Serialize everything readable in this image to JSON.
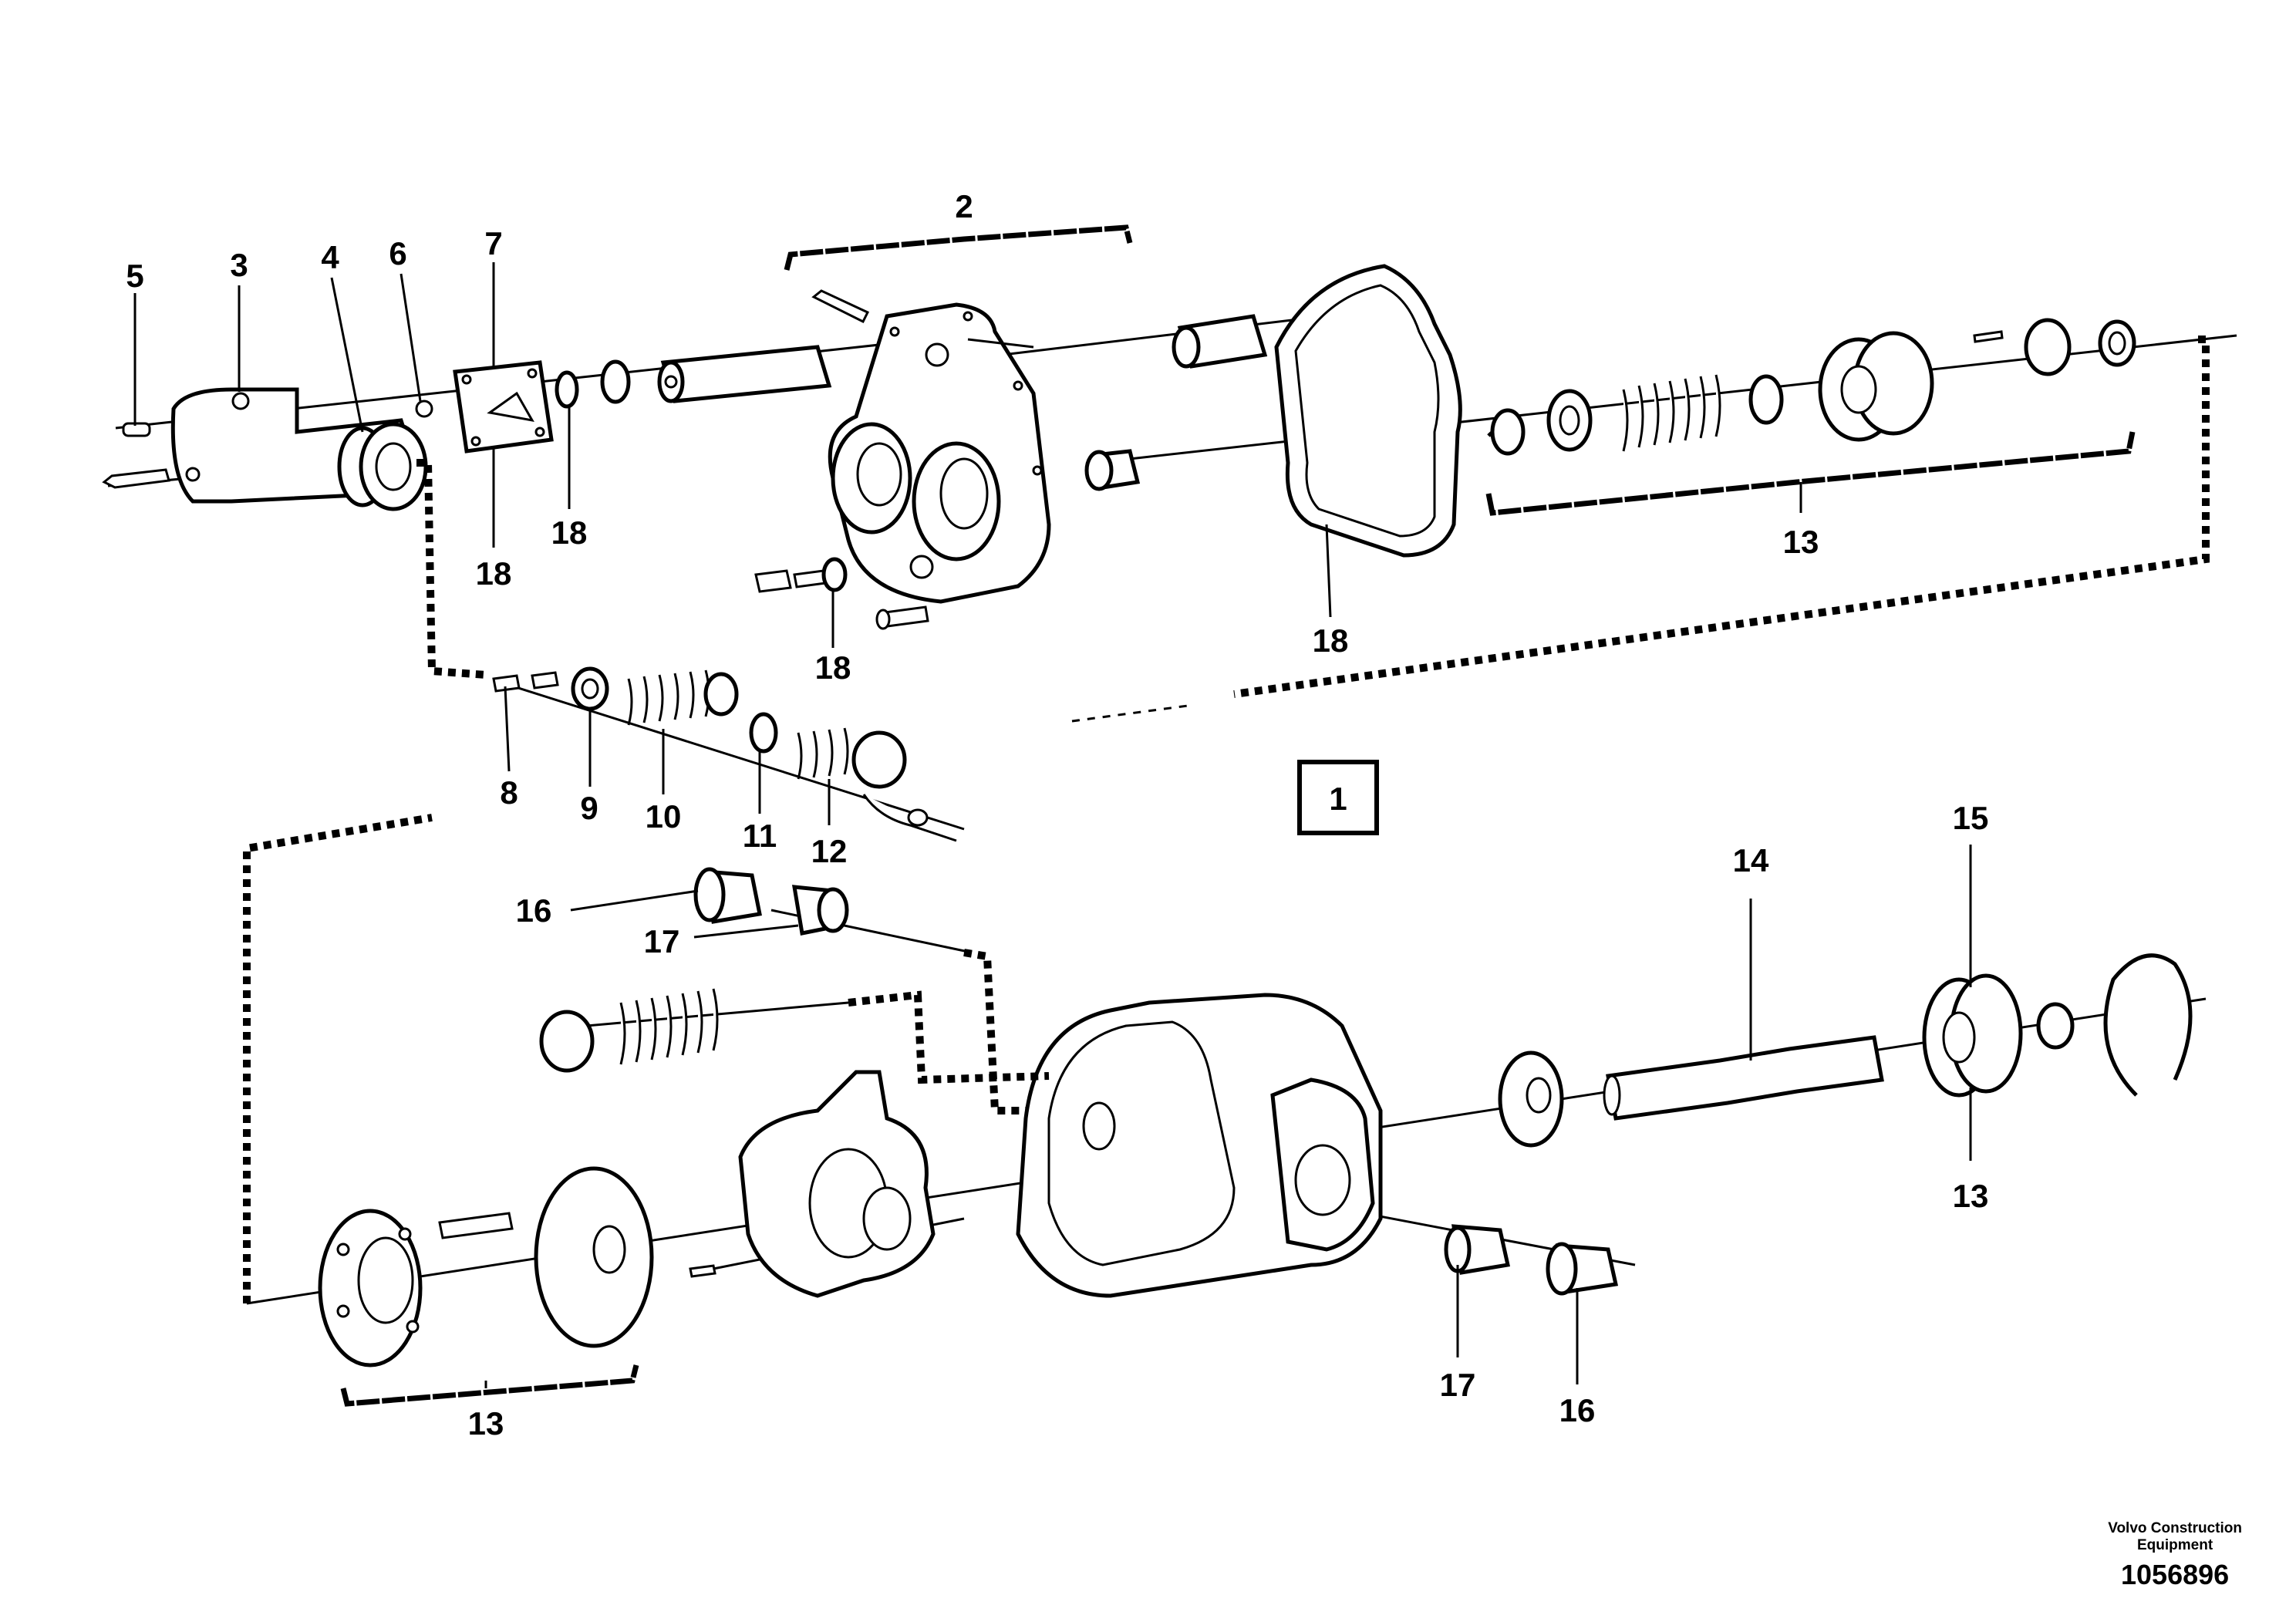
{
  "diagram": {
    "group_marker": "1",
    "callouts": [
      {
        "id": "c2",
        "text": "2"
      },
      {
        "id": "c3",
        "text": "3"
      },
      {
        "id": "c4",
        "text": "4"
      },
      {
        "id": "c5",
        "text": "5"
      },
      {
        "id": "c6",
        "text": "6"
      },
      {
        "id": "c7",
        "text": "7"
      },
      {
        "id": "c8",
        "text": "8"
      },
      {
        "id": "c9",
        "text": "9"
      },
      {
        "id": "c10",
        "text": "10"
      },
      {
        "id": "c11",
        "text": "11"
      },
      {
        "id": "c12",
        "text": "12"
      },
      {
        "id": "c13a",
        "text": "13"
      },
      {
        "id": "c13b",
        "text": "13"
      },
      {
        "id": "c13c",
        "text": "13"
      },
      {
        "id": "c14",
        "text": "14"
      },
      {
        "id": "c15",
        "text": "15"
      },
      {
        "id": "c16a",
        "text": "16"
      },
      {
        "id": "c16b",
        "text": "16"
      },
      {
        "id": "c17a",
        "text": "17"
      },
      {
        "id": "c17b",
        "text": "17"
      },
      {
        "id": "c18a",
        "text": "18"
      },
      {
        "id": "c18b",
        "text": "18"
      },
      {
        "id": "c18c",
        "text": "18"
      },
      {
        "id": "c18d",
        "text": "18"
      }
    ]
  },
  "footer": {
    "company_line1": "Volvo Construction",
    "company_line2": "Equipment",
    "drawing_number": "1056896"
  }
}
